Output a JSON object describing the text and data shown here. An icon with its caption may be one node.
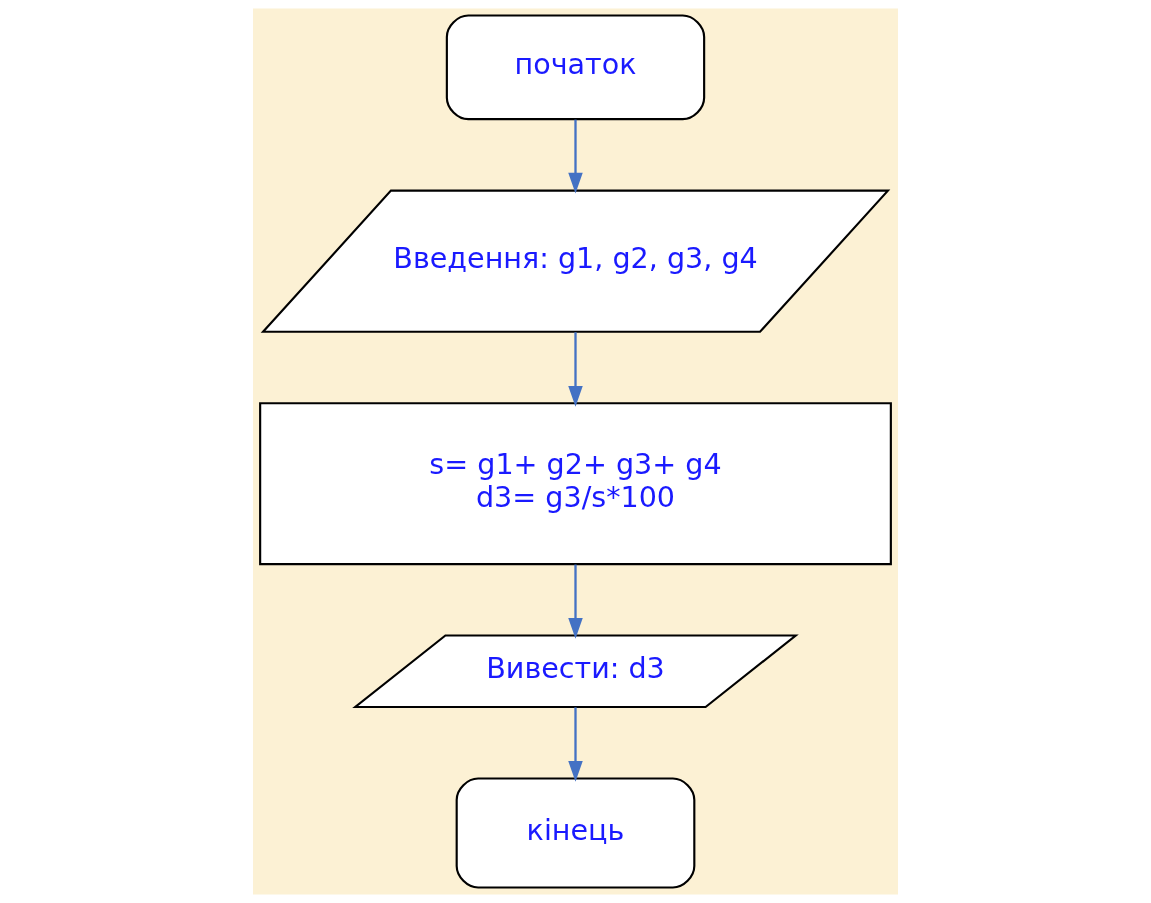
{
  "diagram": {
    "nodes": [
      {
        "text": [
          "початок"
        ]
      },
      {
        "text": [
          "Введення: g1, g2, g3, g4"
        ]
      },
      {
        "text": [
          "s= g1+ g2+ g3+ g4",
          "d3= g3/s*100"
        ]
      },
      {
        "text": [
          "Вивести: d3"
        ]
      },
      {
        "text": [
          "кінець"
        ]
      }
    ],
    "edges": [
      {
        "from": 0,
        "to": 1,
        "arrow": "to"
      },
      {
        "from": 1,
        "to": 2,
        "arrow": "to"
      },
      {
        "from": 2,
        "to": 3,
        "arrow": "to"
      },
      {
        "from": 3,
        "to": 4,
        "arrow": "to"
      }
    ]
  }
}
